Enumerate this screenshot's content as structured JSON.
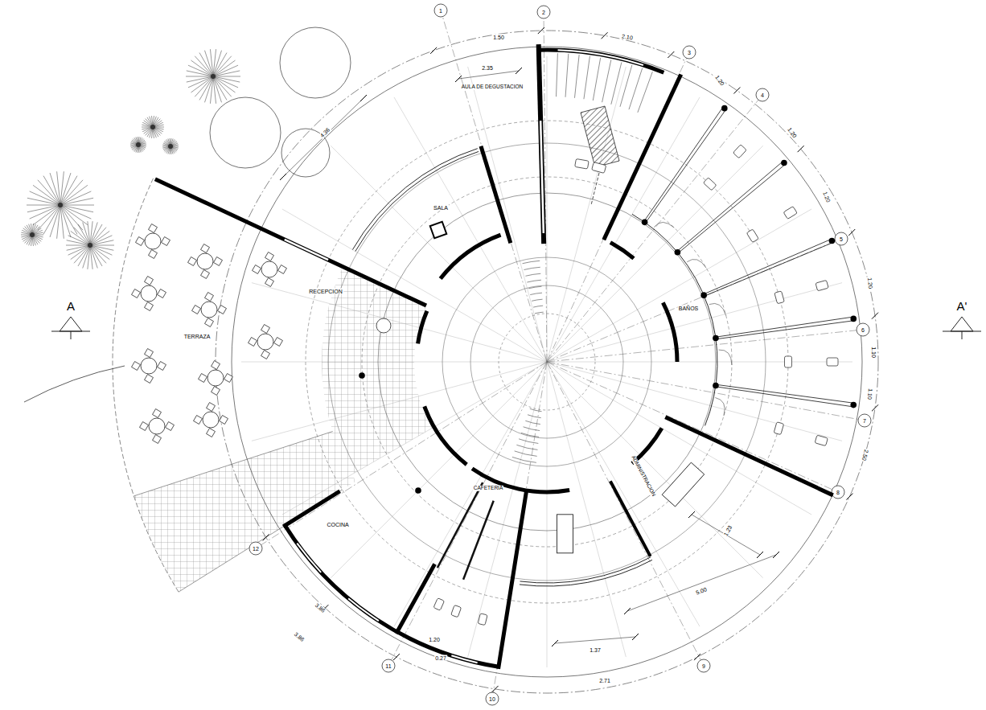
{
  "diagram": {
    "labels": [
      "A",
      "A'",
      "AULA DE DEGUSTACION",
      "SALA",
      "BAÑOS",
      "ADMINISTRACION",
      "COCINA",
      "CAFETERIA",
      "RECEPCION",
      "TERRAZA",
      "2.35",
      "4.36",
      "1.50",
      "2.10",
      "1.20",
      "1.20",
      "1.20",
      "1.20",
      "1.10",
      "1.10",
      "2.50",
      "1.23",
      "5.00",
      "1.37",
      "2.71",
      "3.86",
      "3.86",
      "1.20",
      "0.27",
      "1",
      "2",
      "3",
      "4",
      "5",
      "6",
      "7",
      "8",
      "9",
      "10",
      "11",
      "12"
    ]
  }
}
